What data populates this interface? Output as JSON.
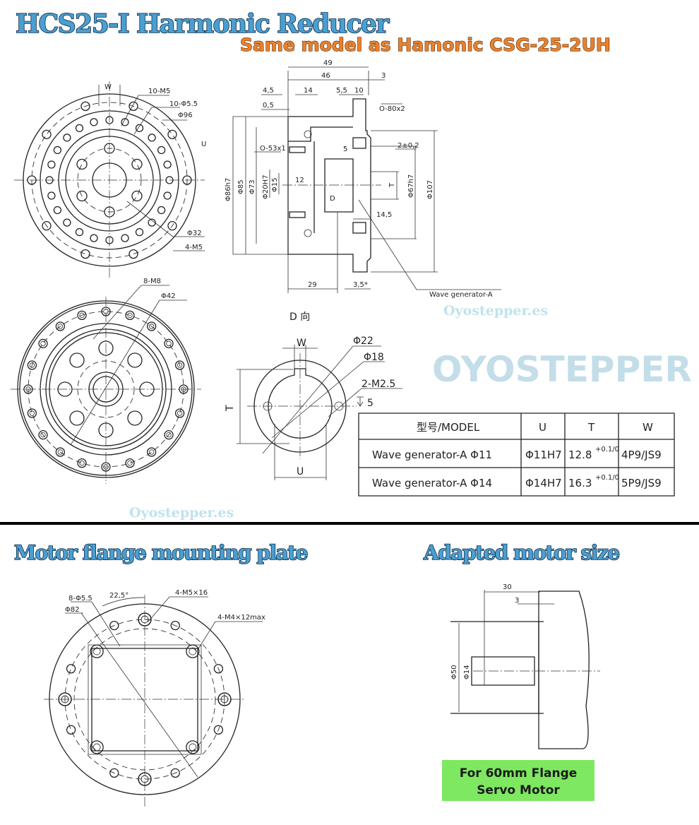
{
  "header": {
    "title": "HCS25-I Harmonic Reducer",
    "subtitle": "Same model as Hamonic CSG-25-2UH"
  },
  "front_view": {
    "labels": [
      "W",
      "10-M5",
      "10-Φ5.5",
      "Φ96",
      "U",
      "Φ32",
      "4-M5"
    ]
  },
  "section_view": {
    "labels": [
      "49",
      "46",
      "3",
      "4,5",
      "14",
      "5,5",
      "10",
      "0,5",
      "O-80x2",
      "O-53x1",
      "5",
      "2±0,2",
      "Φ86h7",
      "Φ85",
      "Φ73",
      "Φ20H7",
      "Φ15",
      "12",
      "D",
      "T",
      "Φ67h7",
      "Φ107",
      "14,5",
      "29",
      "3,5*",
      "Wave generator-A"
    ]
  },
  "rear_view": {
    "labels": [
      "8-M8",
      "Φ42"
    ]
  },
  "d_view": {
    "title": "D 向",
    "labels": [
      "W",
      "Φ22",
      "Φ18",
      "2-M2.5",
      "5",
      "T",
      "U"
    ]
  },
  "model_table": {
    "headers": [
      "型号/MODEL",
      "U",
      "T",
      "W"
    ],
    "rows": [
      {
        "model": "Wave generator-A Φ11",
        "u": "Φ11H7",
        "t": "12.8",
        "t_tol": "+0.1/0",
        "w": "4P9/JS9"
      },
      {
        "model": "Wave generator-A Φ14",
        "u": "Φ14H7",
        "t": "16.3",
        "t_tol": "+0.1/0",
        "w": "5P9/JS9"
      }
    ]
  },
  "watermarks": {
    "small": "Oyostepper.es",
    "big": "OYOSTEPPER"
  },
  "flange_section": {
    "title": "Motor flange mounting plate",
    "labels": [
      "8-Φ5.5",
      "22,5°",
      "4-M5×16",
      "Φ82",
      "4-M4×12max"
    ]
  },
  "motor_section": {
    "title": "Adapted motor size",
    "labels": [
      "30",
      "3",
      "Φ50",
      "Φ14"
    ],
    "badge_line1": "For 60mm Flange",
    "badge_line2": "Servo Motor",
    "badge_color": "#7ee860"
  },
  "colors": {
    "title_fill": "#4a9fd0",
    "subtitle_fill": "#e8822e",
    "divider": "#000000"
  }
}
